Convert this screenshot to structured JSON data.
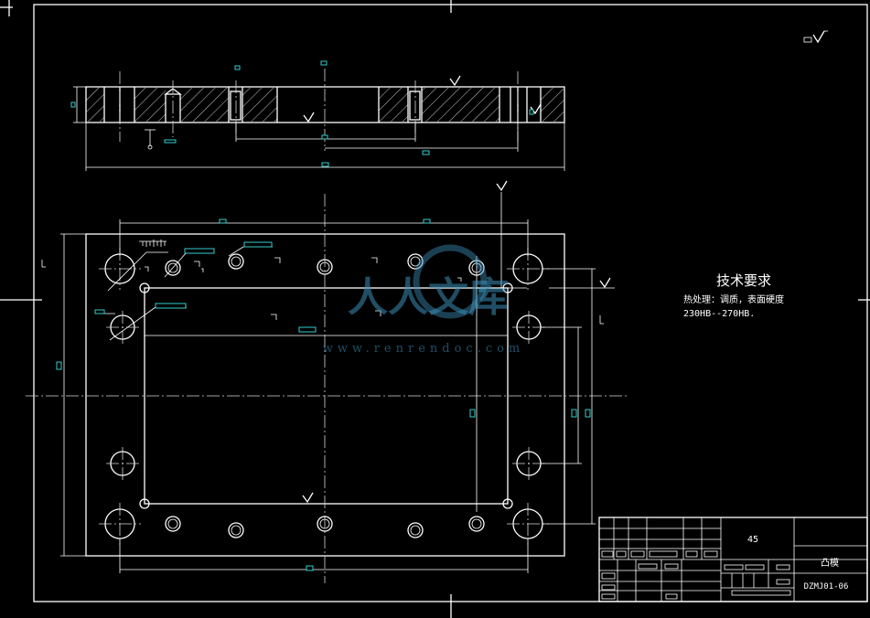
{
  "technical_requirements": {
    "title": "技术要求",
    "line1": "热处理：调质，表面硬度",
    "line2": "230HB--270HB."
  },
  "title_block": {
    "material": "45",
    "part_name": "凸模",
    "drawing_number": "DZMJ01-06"
  },
  "watermark": {
    "logo_text": "人人文库",
    "url": "www.renrendoc.com"
  },
  "colors": {
    "background": "#000000",
    "lines": "#ffffff",
    "dimensions": "#33cccc",
    "watermark": "#3b8fb8"
  }
}
